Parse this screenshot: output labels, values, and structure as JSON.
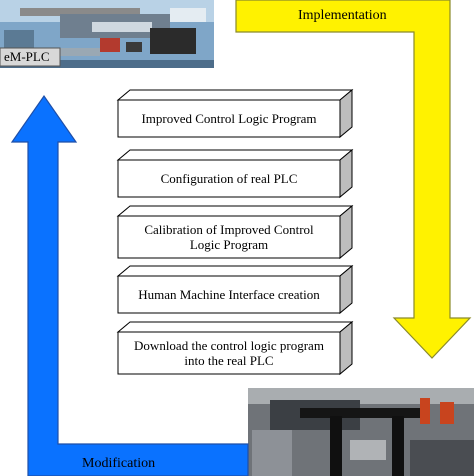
{
  "figure": {
    "colors": {
      "implementation_arrow": "#fff200",
      "implementation_arrow_edge": "#8a8a2a",
      "modification_arrow": "#0a72ff",
      "modification_arrow_edge": "#1f4fa8",
      "box_fill": "#ffffff",
      "box_shadow": "#bdbdbd"
    },
    "labels": {
      "implementation": "Implementation",
      "modification": "Modification",
      "em_plc": "eM-PLC"
    },
    "steps": [
      {
        "text": "Improved Control Logic Program"
      },
      {
        "text": "Configuration of real PLC"
      },
      {
        "text": "Calibration of Improved Control Logic Program"
      },
      {
        "text": "Human Machine Interface creation"
      },
      {
        "text": "Download the control logic program into the real PLC"
      }
    ],
    "images": [
      {
        "icon": "simulation-render-image"
      },
      {
        "icon": "factory-photo-image"
      }
    ]
  }
}
